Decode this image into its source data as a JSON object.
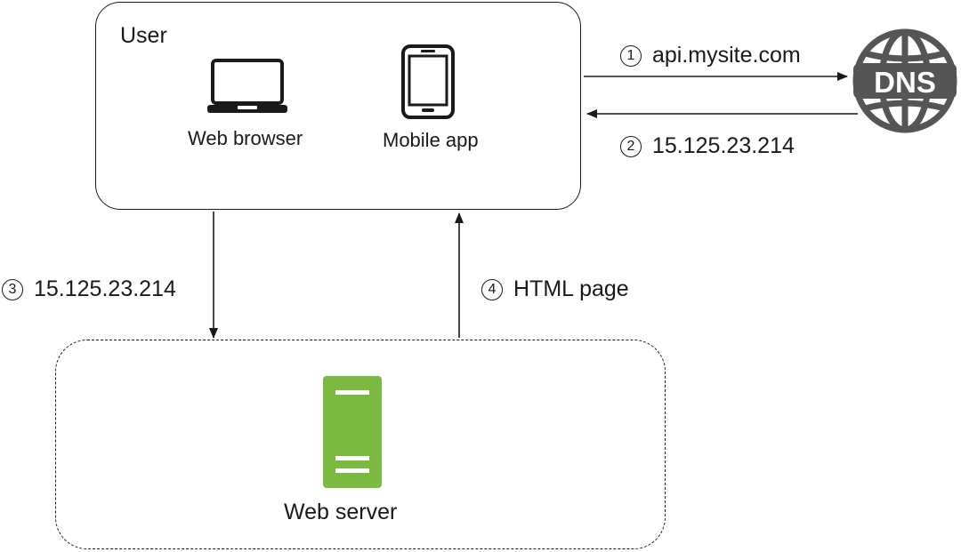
{
  "user": {
    "title": "User",
    "web_browser": "Web browser",
    "mobile_app": "Mobile app"
  },
  "server": {
    "label": "Web server",
    "color": "#7CB940"
  },
  "dns": {
    "label": "DNS",
    "color": "#555555"
  },
  "steps": [
    {
      "number": "1",
      "text": "api.mysite.com"
    },
    {
      "number": "2",
      "text": "15.125.23.214"
    },
    {
      "number": "3",
      "text": "15.125.23.214"
    },
    {
      "number": "4",
      "text": "HTML page"
    }
  ]
}
